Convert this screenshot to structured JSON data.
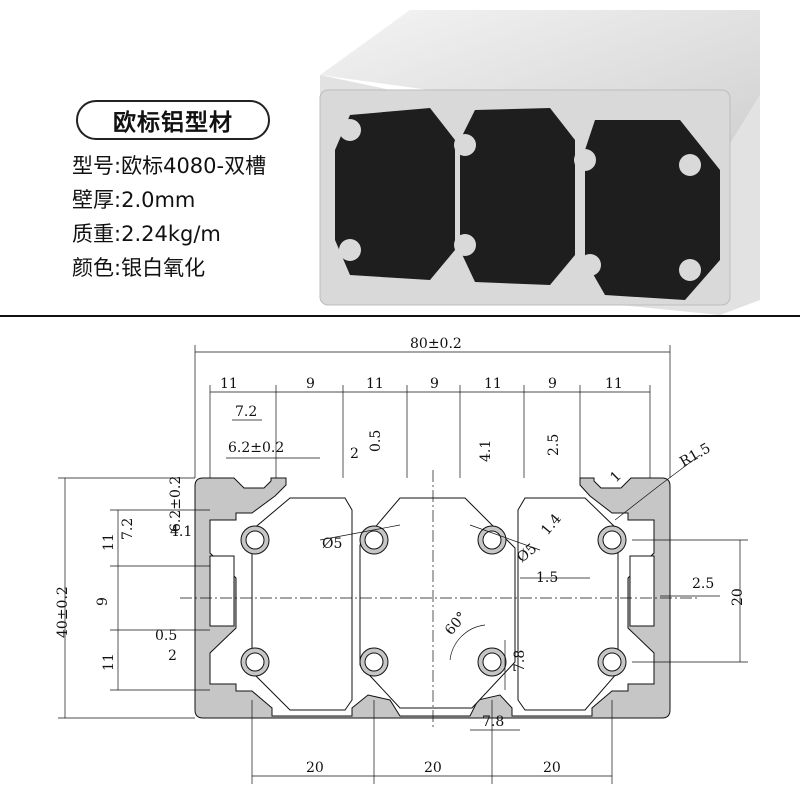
{
  "title": "欧标铝型材",
  "specs": {
    "model_label": "型号:",
    "model_value": "欧标4080-双槽",
    "wall_label": "壁厚:",
    "wall_value": "2.0mm",
    "weight_label": "质重:",
    "weight_value": "2.24kg/m",
    "color_label": "颜色:",
    "color_value": "银白氧化"
  },
  "colors": {
    "profile_fill": "#c6c6c6",
    "void_fill": "#1e1e1e",
    "line": "#111111"
  },
  "dimensions": {
    "overall_width": "80±0.2",
    "overall_height": "40±0.2",
    "top_seg_11a": "11",
    "top_seg_9a": "9",
    "top_seg_11b": "11",
    "top_seg_9b": "9",
    "top_seg_11c": "11",
    "top_seg_9c": "9",
    "top_seg_11d": "11",
    "slot_inner_width": "7.2",
    "slot_opening": "6.2±0.2",
    "lip_2": "2",
    "lip_05": "0.5",
    "depth_41": "4.1",
    "depth_25": "2.5",
    "radius_r15": "R1.5",
    "edge_1": "1",
    "wall_14": "1.4",
    "left_11_top": "11",
    "left_72": "7.2",
    "left_62": "6.2±0.2",
    "left_41": "4.1",
    "left_9": "9",
    "left_11_bottom": "11",
    "left_05": "0.5",
    "left_2": "2",
    "hole_d5a": "Ø5",
    "hole_d5b": "Ø5",
    "web_15": "1.5",
    "right_25": "2.5",
    "right_20": "20",
    "angle_60": "60°",
    "slot_78a": "7.8",
    "slot_78b": "7.8",
    "bottom_20a": "20",
    "bottom_20b": "20",
    "bottom_20c": "20"
  }
}
